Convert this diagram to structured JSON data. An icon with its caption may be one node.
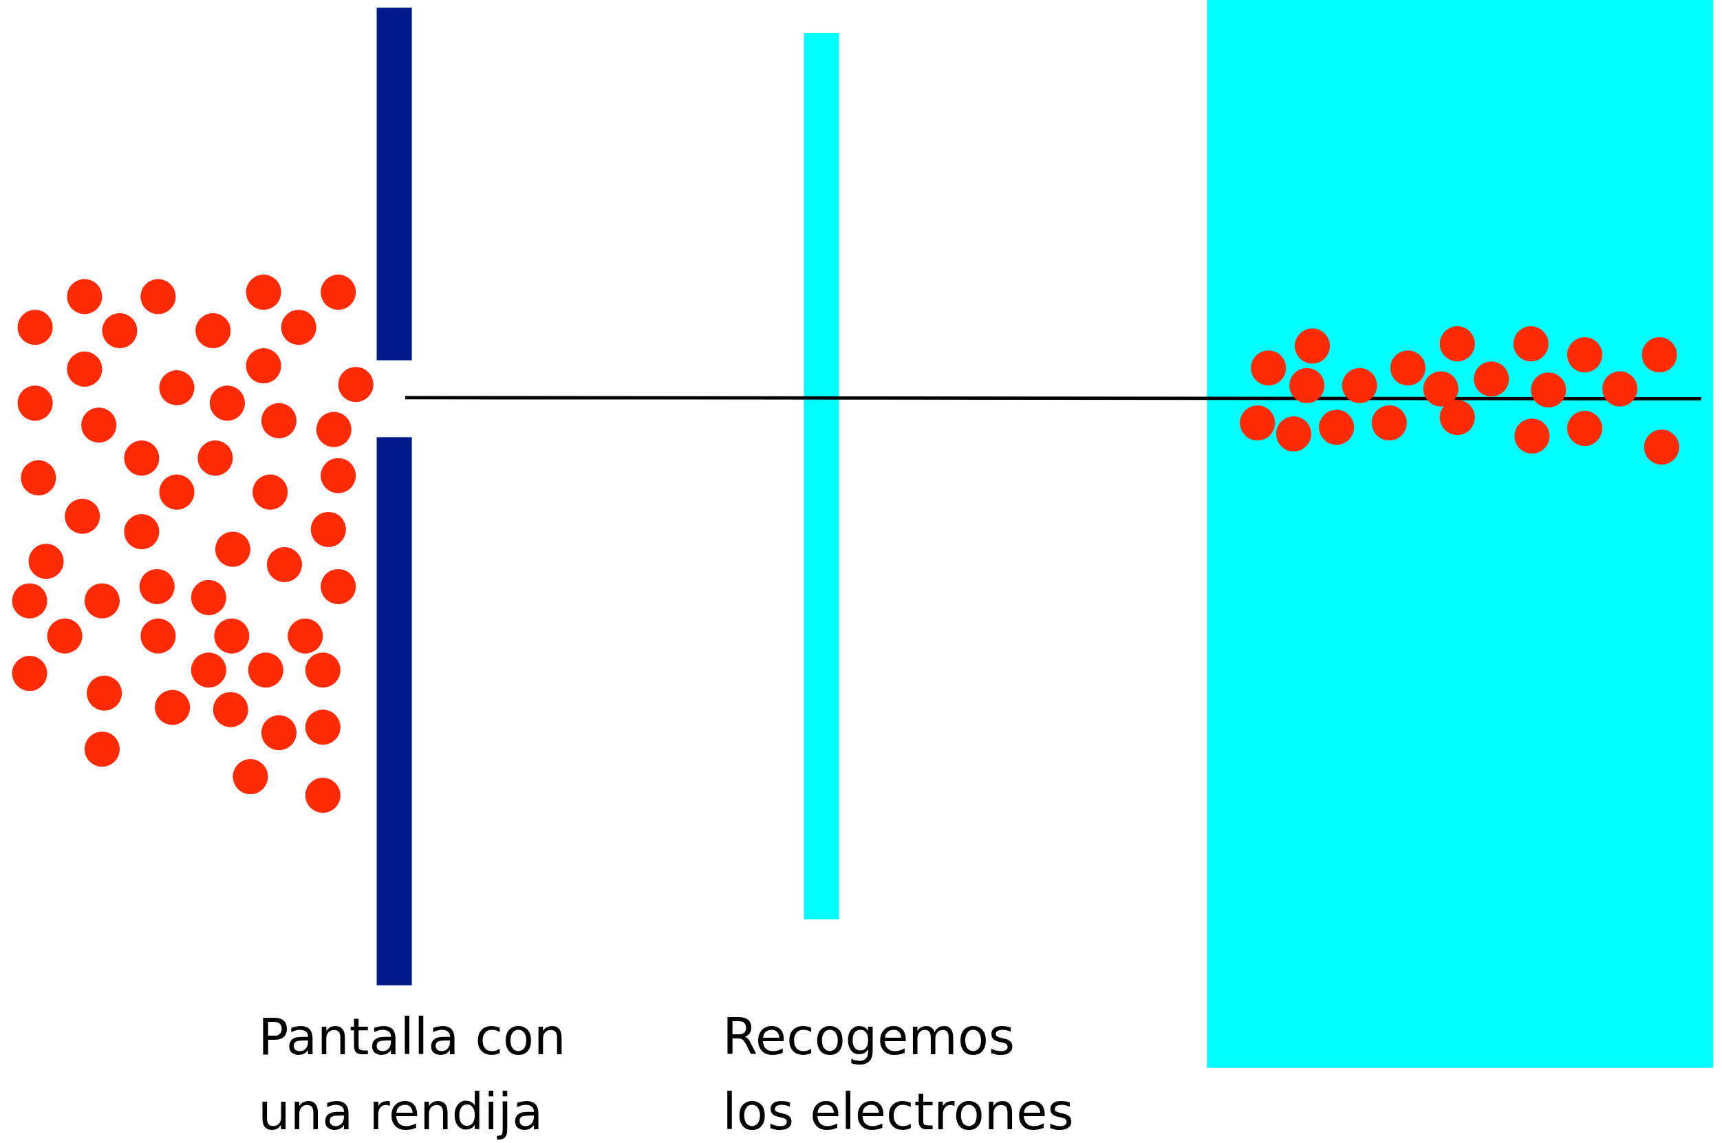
{
  "diagram": {
    "nodes": [
      {
        "text": [],
        "shape": "bar"
      }
    ],
    "labels": [
      "Pantalla con una rendija",
      "Recogemos los electrones"
    ]
  }
}
